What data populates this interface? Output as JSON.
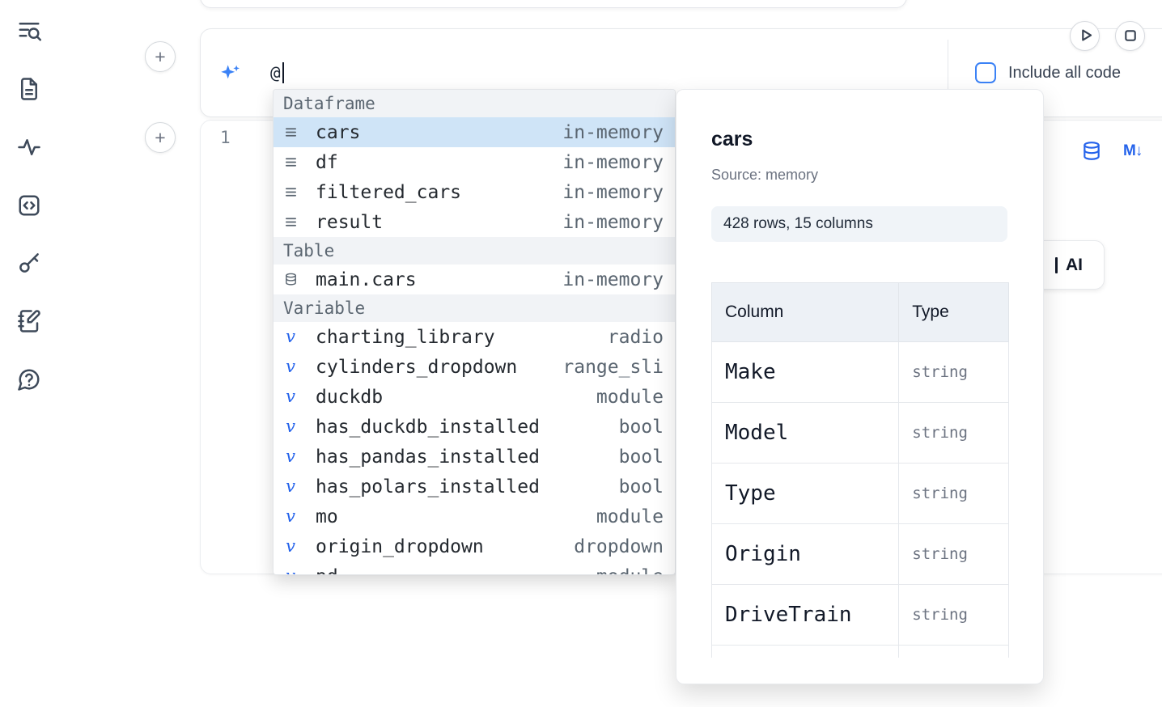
{
  "colors": {
    "accent": "#3b82f6",
    "selection_bg": "#cfe4f7",
    "icon_blue": "#2563eb"
  },
  "sidebar": {
    "items": [
      {
        "icon": "toc-search-icon"
      },
      {
        "icon": "file-icon"
      },
      {
        "icon": "activity-icon"
      },
      {
        "icon": "code-snippet-icon"
      },
      {
        "icon": "key-icon"
      },
      {
        "icon": "notebook-pen-icon"
      },
      {
        "icon": "help-chat-icon"
      }
    ]
  },
  "prompt_cell": {
    "value": "@",
    "include_all_code_label": "Include all code"
  },
  "code_cell": {
    "line_number": "1",
    "markdown_icon_label": "M↓"
  },
  "ai_button": {
    "label": "AI"
  },
  "autocomplete": {
    "sections": [
      {
        "label": "Dataframe",
        "items": [
          {
            "icon": "dataframe",
            "name": "cars",
            "type": "in-memory",
            "selected": true
          },
          {
            "icon": "dataframe",
            "name": "df",
            "type": "in-memory"
          },
          {
            "icon": "dataframe",
            "name": "filtered_cars",
            "type": "in-memory"
          },
          {
            "icon": "dataframe",
            "name": "result",
            "type": "in-memory"
          }
        ]
      },
      {
        "label": "Table",
        "items": [
          {
            "icon": "database",
            "name": "main.cars",
            "type": "in-memory"
          }
        ]
      },
      {
        "label": "Variable",
        "items": [
          {
            "icon": "variable",
            "name": "charting_library",
            "type": "radio"
          },
          {
            "icon": "variable",
            "name": "cylinders_dropdown",
            "type": "range_sli"
          },
          {
            "icon": "variable",
            "name": "duckdb",
            "type": "module"
          },
          {
            "icon": "variable",
            "name": "has_duckdb_installed",
            "type": "bool"
          },
          {
            "icon": "variable",
            "name": "has_pandas_installed",
            "type": "bool"
          },
          {
            "icon": "variable",
            "name": "has_polars_installed",
            "type": "bool"
          },
          {
            "icon": "variable",
            "name": "mo",
            "type": "module"
          },
          {
            "icon": "variable",
            "name": "origin_dropdown",
            "type": "dropdown"
          },
          {
            "icon": "variable",
            "name": "pd",
            "type": "module",
            "partial": true
          }
        ]
      }
    ]
  },
  "detail_panel": {
    "title": "cars",
    "source": "Source: memory",
    "shape": "428 rows, 15 columns",
    "columns_table": {
      "headers": [
        "Column",
        "Type"
      ],
      "rows": [
        {
          "column": "Make",
          "type": "string"
        },
        {
          "column": "Model",
          "type": "string"
        },
        {
          "column": "Type",
          "type": "string"
        },
        {
          "column": "Origin",
          "type": "string"
        },
        {
          "column": "DriveTrain",
          "type": "string"
        }
      ]
    }
  }
}
